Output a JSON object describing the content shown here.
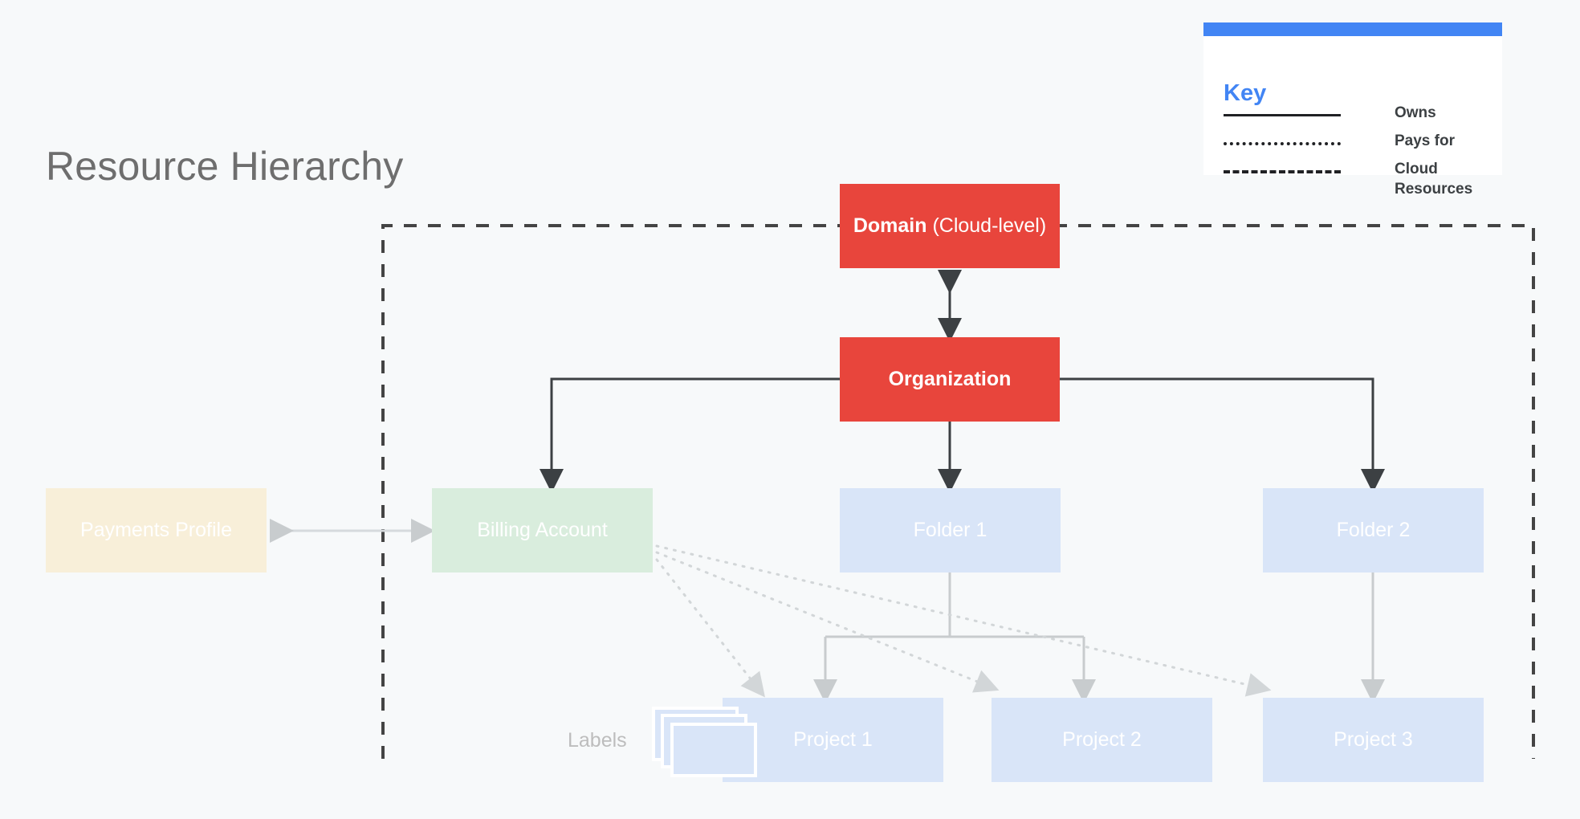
{
  "page": {
    "title": "Resource Hierarchy",
    "background_color": "#F7F9FA"
  },
  "colors": {
    "red_node": "#E8453C",
    "green_node": "#D9EDDD",
    "cream_node": "#F8EFD9",
    "blue_node": "#D9E5F8",
    "accent_blue": "#4285F4",
    "owns_line": "#202124",
    "pays_for_line": "#D0D0D0",
    "cloud_resources_border": "#444444",
    "title_text": "#6E6E6E",
    "node_text": "#FFFFFF",
    "labels_text": "#BDBDBD"
  },
  "key": {
    "title": "Key",
    "rows": [
      {
        "style": "solid",
        "label": "Owns"
      },
      {
        "style": "dotted",
        "label": "Pays for"
      },
      {
        "style": "dashed",
        "label": "Cloud Resources"
      }
    ]
  },
  "nodes": {
    "domain": {
      "label_strong": "Domain",
      "label_rest": " (Cloud-level)"
    },
    "organization": {
      "label": "Organization"
    },
    "payments_profile": {
      "label": "Payments Profile"
    },
    "billing_account": {
      "label": "Billing Account"
    },
    "folder1": {
      "label": "Folder 1"
    },
    "folder2": {
      "label": "Folder 2"
    },
    "project1": {
      "label": "Project 1"
    },
    "project2": {
      "label": "Project 2"
    },
    "project3": {
      "label": "Project 3"
    }
  },
  "labels_group": {
    "caption": "Labels",
    "icon": "stacked-cards-icon",
    "card_count": 3
  },
  "chart_data": {
    "type": "diagram",
    "title": "Resource Hierarchy",
    "diagram_kind": "tree-hierarchy",
    "legend": [
      "Owns",
      "Pays for",
      "Cloud Resources"
    ],
    "boundary": {
      "label": "Cloud Resources",
      "style": "dashed",
      "encloses": [
        "Domain (Cloud-level)",
        "Organization",
        "Billing Account",
        "Folder 1",
        "Folder 2",
        "Project 1",
        "Project 2",
        "Project 3"
      ],
      "excludes": [
        "Payments Profile"
      ]
    },
    "edges": [
      {
        "from": "Domain (Cloud-level)",
        "to": "Organization",
        "relation": "Owns",
        "style": "solid",
        "direction": "bidirectional"
      },
      {
        "from": "Organization",
        "to": "Billing Account",
        "relation": "Owns",
        "style": "solid",
        "direction": "down"
      },
      {
        "from": "Organization",
        "to": "Folder 1",
        "relation": "Owns",
        "style": "solid",
        "direction": "down"
      },
      {
        "from": "Organization",
        "to": "Folder 2",
        "relation": "Owns",
        "style": "solid",
        "direction": "down"
      },
      {
        "from": "Payments Profile",
        "to": "Billing Account",
        "relation": "Owns",
        "style": "solid-light",
        "direction": "bidirectional"
      },
      {
        "from": "Folder 1",
        "to": "Project 1",
        "relation": "Owns",
        "style": "solid-light",
        "direction": "down"
      },
      {
        "from": "Folder 1",
        "to": "Project 2",
        "relation": "Owns",
        "style": "solid-light",
        "direction": "down"
      },
      {
        "from": "Folder 2",
        "to": "Project 3",
        "relation": "Owns",
        "style": "solid-light",
        "direction": "down"
      },
      {
        "from": "Billing Account",
        "to": "Project 1",
        "relation": "Pays for",
        "style": "dotted",
        "direction": "down"
      },
      {
        "from": "Billing Account",
        "to": "Project 2",
        "relation": "Pays for",
        "style": "dotted",
        "direction": "down"
      },
      {
        "from": "Billing Account",
        "to": "Project 3",
        "relation": "Pays for",
        "style": "dotted",
        "direction": "down"
      }
    ]
  }
}
